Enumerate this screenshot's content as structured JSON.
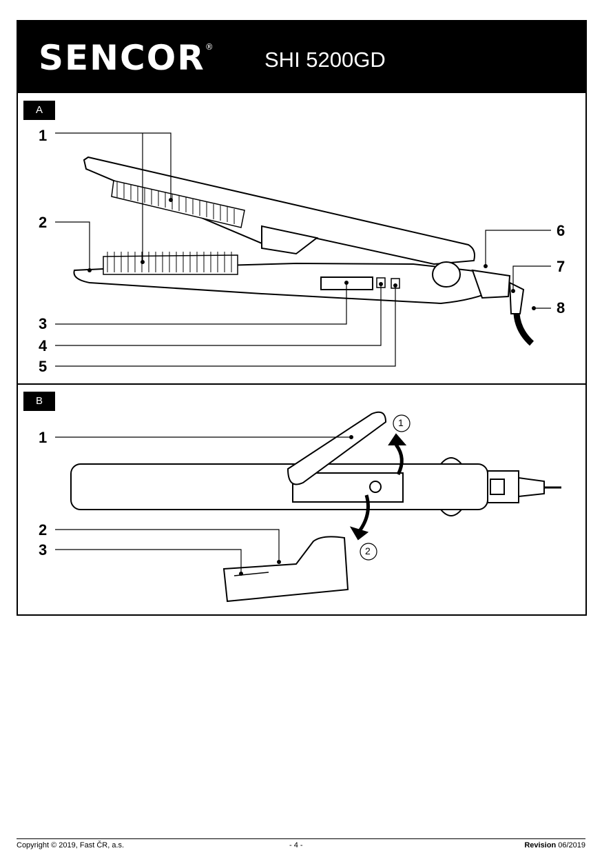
{
  "header": {
    "brand": "SENCOR",
    "registered": "®",
    "model": "SHI 5200GD"
  },
  "section_a": {
    "label": "A",
    "callouts": [
      "1",
      "2",
      "3",
      "4",
      "5",
      "6",
      "7",
      "8"
    ]
  },
  "section_b": {
    "label": "B",
    "callouts": [
      "1",
      "2",
      "3"
    ],
    "steps": [
      "1",
      "2"
    ]
  },
  "footer": {
    "copyright": "Copyright © 2019, Fast ČR, a.s.",
    "page": "- 4 -",
    "revision_label": "Revision",
    "revision_date": "06/2019"
  }
}
